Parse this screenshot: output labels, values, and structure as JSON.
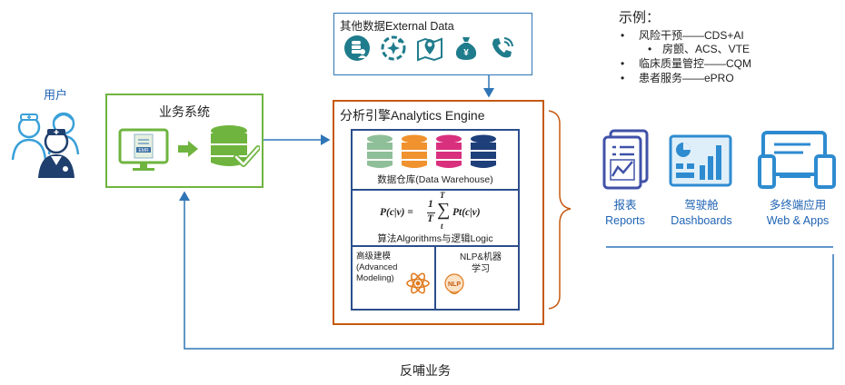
{
  "users_label": "用户",
  "business_system": {
    "title": "业务系统",
    "emr_text": "EMR"
  },
  "external_data": {
    "title": "其他数据External Data",
    "icons": [
      "database-person-icon",
      "sparkle-gear-icon",
      "map-pin-icon",
      "money-bag-icon",
      "phone-call-icon"
    ]
  },
  "engine": {
    "title": "分析引擎Analytics Engine",
    "warehouse_label": "数据仓库(Data Warehouse)",
    "warehouse_colors": [
      "#8fbf98",
      "#f0922e",
      "#d9307e",
      "#1e3f7a"
    ],
    "formula_lhs": "P(c|v) =",
    "formula_frac_num": "1",
    "formula_frac_den": "T",
    "formula_sum_top": "T",
    "formula_sum_bottom": "t",
    "formula_rhs": "Pt(c|v)",
    "algo_label": "算法Algorithms与逻辑Logic",
    "modeling_label": "高级建模\n(Advanced\nModeling)",
    "nlp_label": "NLP&机器\n学习",
    "nlp_badge": "NLP"
  },
  "outputs": [
    {
      "line1": "报表",
      "line2": "Reports"
    },
    {
      "line1": "驾驶舱",
      "line2": "Dashboards"
    },
    {
      "line1": "多终端应用",
      "line2": "Web & Apps"
    }
  ],
  "examples": {
    "title": "示例：",
    "items": [
      {
        "text": "风险干预——CDS+AI",
        "sub": "房颤、ACS、VTE"
      },
      {
        "text": "临床质量管控——CQM"
      },
      {
        "text": "患者服务——ePRO"
      }
    ]
  },
  "feedback_label": "反哺业务",
  "colors": {
    "accent_blue": "#2e75b6",
    "green": "#6fb43f",
    "orange": "#c55a11",
    "navy": "#2b4e8c"
  }
}
